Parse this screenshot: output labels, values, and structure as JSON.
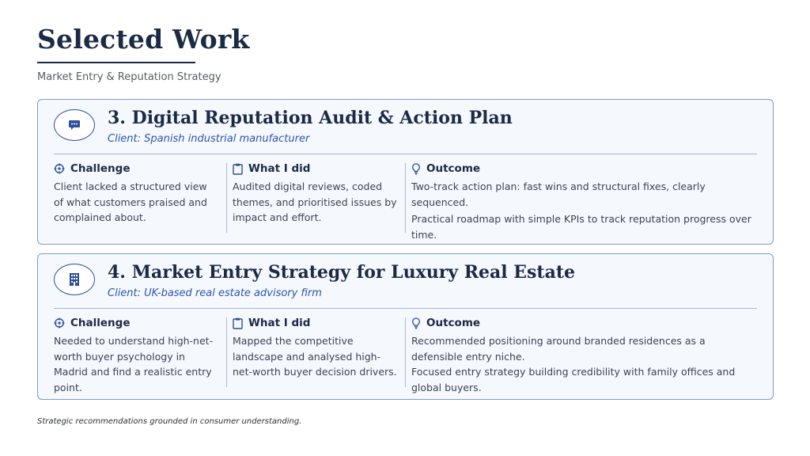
{
  "page": {
    "title": "Selected Work",
    "subtitle": "Market Entry & Reputation Strategy",
    "footnote": "Strategic recommendations grounded in consumer understanding."
  },
  "colors": {
    "accent": "#2d4f9a",
    "heading": "#1b2a45",
    "client": "#2d55b0",
    "card_bg": "#f5f8fd",
    "card_border": "#7e9bd1"
  },
  "cards": [
    {
      "icon": "chat-bubble-icon",
      "title": "3. Digital Reputation Audit & Action Plan",
      "client": "Client: Spanish industrial manufacturer",
      "challenge": {
        "icon": "crosshair-icon",
        "heading": "Challenge",
        "text": "Client lacked a structured view of what customers praised and complained about."
      },
      "whatidid": {
        "icon": "clipboard-icon",
        "heading": "What I did",
        "text": "Audited digital reviews, coded themes, and prioritised issues by impact and effort."
      },
      "outcome": {
        "icon": "lightbulb-icon",
        "heading": "Outcome",
        "line1": "Two-track action plan: fast wins and structural fixes, clearly sequenced.",
        "line2": "Practical roadmap with simple KPIs to track reputation progress over time."
      }
    },
    {
      "icon": "building-icon",
      "title": "4. Market Entry Strategy for Luxury Real Estate",
      "client": "Client: UK-based real estate advisory firm",
      "challenge": {
        "icon": "crosshair-icon",
        "heading": "Challenge",
        "text": "Needed to understand high-net-worth buyer psychology in Madrid and find a realistic entry point."
      },
      "whatidid": {
        "icon": "clipboard-icon",
        "heading": "What I did",
        "text": "Mapped the competitive landscape and analysed high-net-worth buyer decision drivers."
      },
      "outcome": {
        "icon": "lightbulb-icon",
        "heading": "Outcome",
        "line1": "Recommended positioning around branded residences as a defensible entry niche.",
        "line2": "Focused entry strategy building credibility with family offices and global buyers."
      }
    }
  ]
}
